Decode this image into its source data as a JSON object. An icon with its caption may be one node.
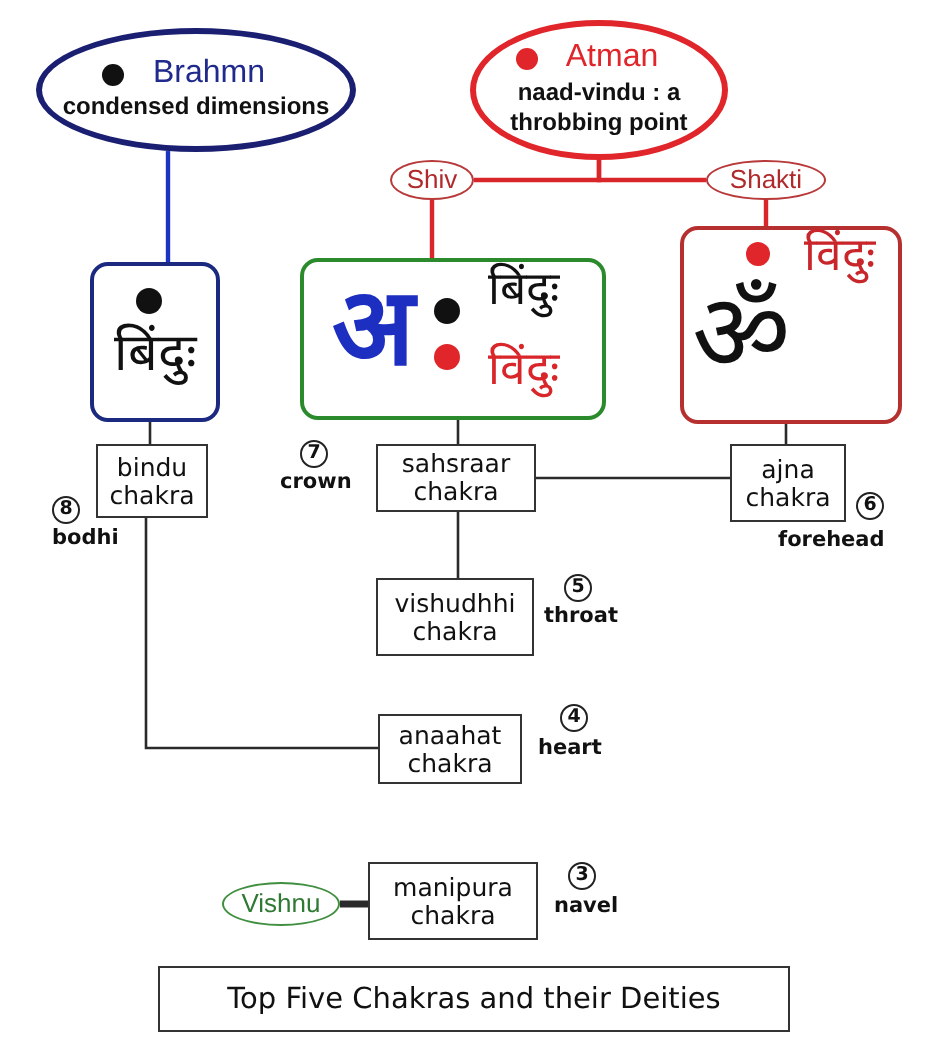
{
  "diagram": {
    "caption": "Top Five Chakras and their Deities",
    "nodes": [
      {
        "text": [
          "Brahmn",
          "condensed dimensions"
        ]
      },
      {
        "text": [
          "Atman",
          "naad-vindu : a throbbing point"
        ]
      },
      {
        "text": [
          "Shiv"
        ]
      },
      {
        "text": [
          "Shakti"
        ]
      },
      {
        "text": [
          "बिंदुः"
        ]
      },
      {
        "text": [
          "अ",
          "बिंदुः",
          "विंदुः"
        ]
      },
      {
        "text": [
          "ॐ",
          "विंदुः"
        ]
      },
      {
        "text": [
          "bindu chakra"
        ],
        "beside": [
          "8",
          "bodhi"
        ]
      },
      {
        "text": [
          "sahsraar chakra"
        ],
        "beside": [
          "7",
          "crown"
        ]
      },
      {
        "text": [
          "ajna chakra"
        ],
        "beside": [
          "6",
          "forehead"
        ]
      },
      {
        "text": [
          "vishudhhi chakra"
        ],
        "beside": [
          "5",
          "throat"
        ]
      },
      {
        "text": [
          "anaahat chakra"
        ],
        "beside": [
          "4",
          "heart"
        ]
      },
      {
        "text": [
          "Vishnu"
        ]
      },
      {
        "text": [
          "manipura chakra"
        ],
        "beside": [
          "3",
          "navel"
        ]
      }
    ],
    "edges": [
      {
        "from": 0,
        "to": 4,
        "arrow": "none",
        "color": "#1c33c4"
      },
      {
        "from": 1,
        "to": 2,
        "arrow": "none",
        "color": "#d8262a"
      },
      {
        "from": 1,
        "to": 3,
        "arrow": "none",
        "color": "#d8262a"
      },
      {
        "from": 2,
        "to": 5,
        "arrow": "none",
        "color": "#d8262a"
      },
      {
        "from": 3,
        "to": 6,
        "arrow": "none",
        "color": "#d8262a"
      },
      {
        "from": 4,
        "to": 7,
        "arrow": "none"
      },
      {
        "from": 5,
        "to": 8,
        "arrow": "none"
      },
      {
        "from": 6,
        "to": 9,
        "arrow": "none"
      },
      {
        "from": 8,
        "to": 9,
        "arrow": "none"
      },
      {
        "from": 8,
        "to": 10,
        "arrow": "none"
      },
      {
        "from": 7,
        "to": 11,
        "arrow": "none"
      },
      {
        "from": 12,
        "to": 13,
        "arrow": "none",
        "style": "thick"
      }
    ]
  }
}
